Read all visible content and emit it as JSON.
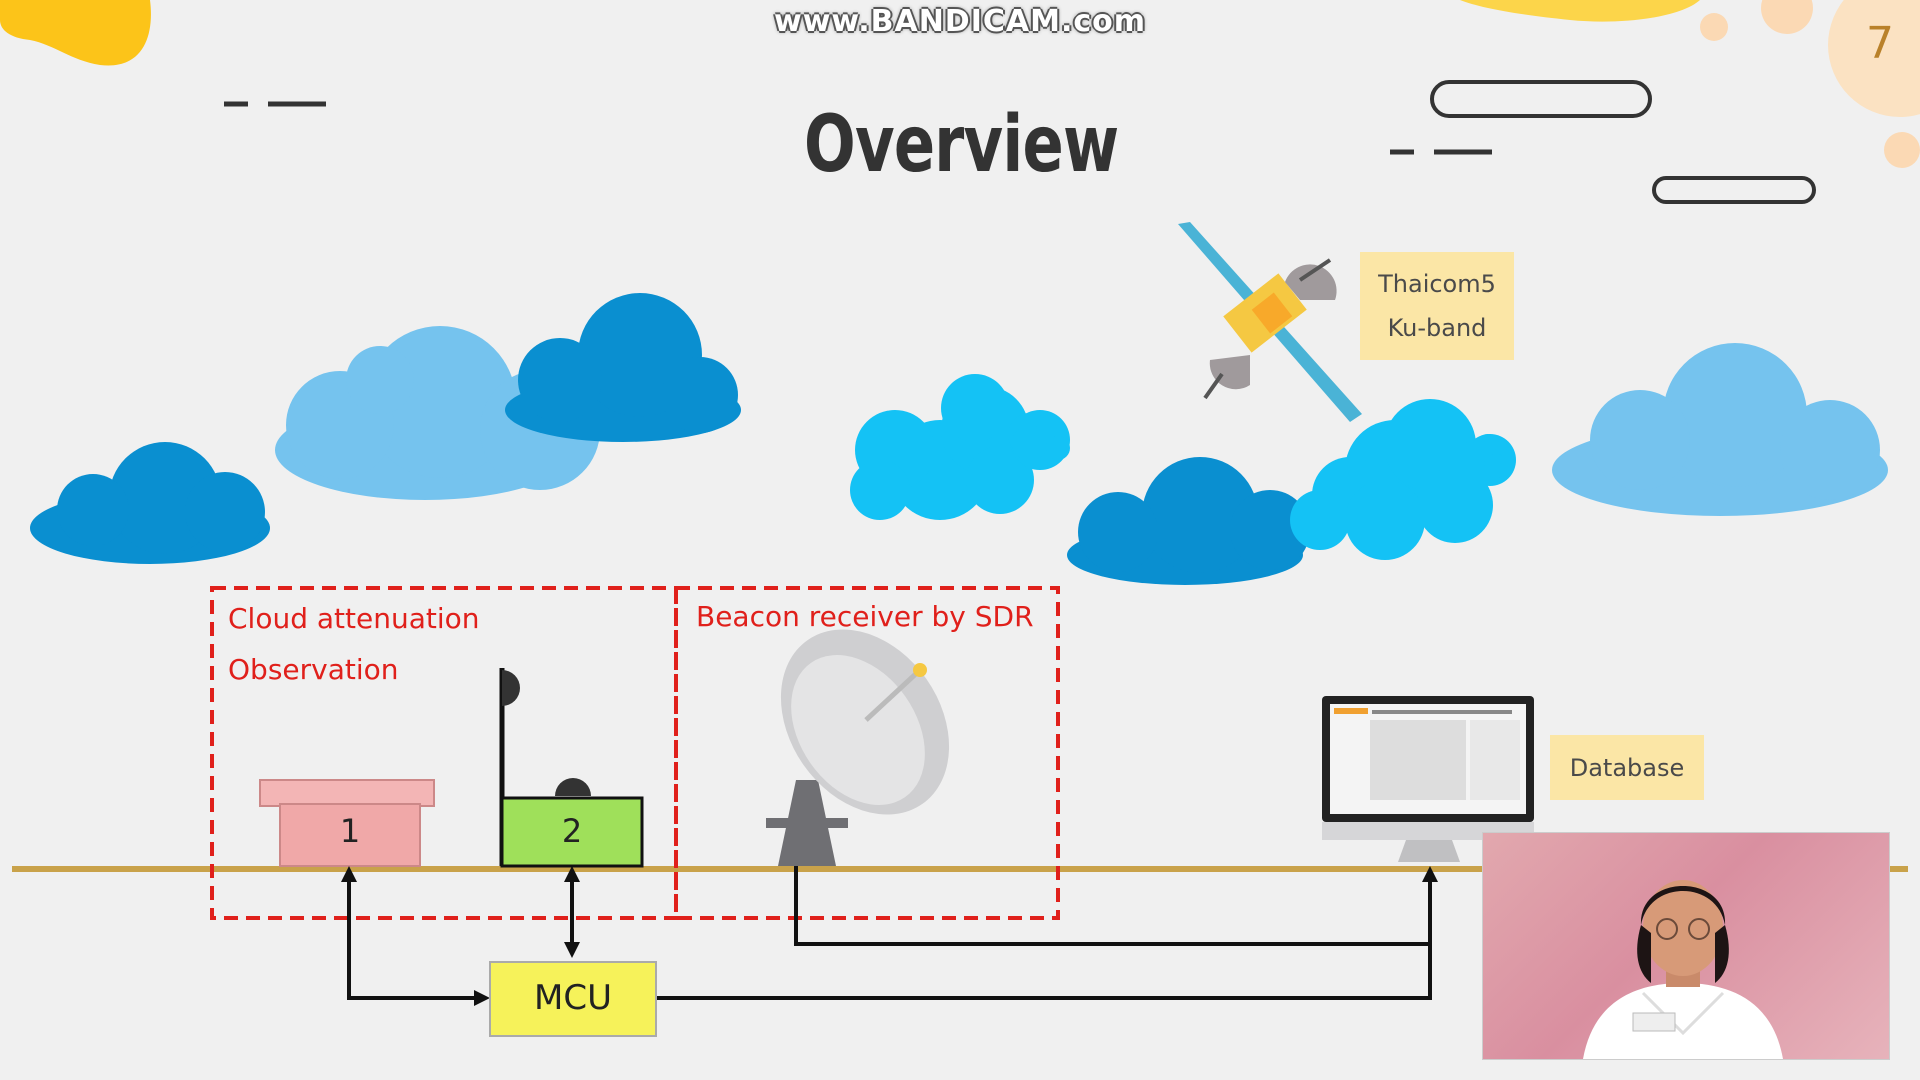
{
  "watermark": "www.BANDICAM.com",
  "page_number": "7",
  "title": "Overview",
  "satellite": {
    "line1": "Thaicom5",
    "line2": "Ku-band"
  },
  "regions": {
    "cloud_obs_line1": "Cloud attenuation",
    "cloud_obs_line2": "Observation",
    "beacon": "Beacon receiver by SDR"
  },
  "sensors": {
    "box1": "1",
    "box2": "2"
  },
  "mcu": "MCU",
  "database": "Database",
  "colors": {
    "red_dash": "#e0201b",
    "ground_line": "#c9a24a",
    "label_bg": "#fbe6a6",
    "cloud_dark": "#0a8fd0",
    "cloud_light": "#75c3ee",
    "cloud_cyan": "#14c2f5",
    "mcu_bg": "#f6f25a",
    "box1_bg": "#f0a8a8",
    "box2_bg": "#9fe05a"
  }
}
